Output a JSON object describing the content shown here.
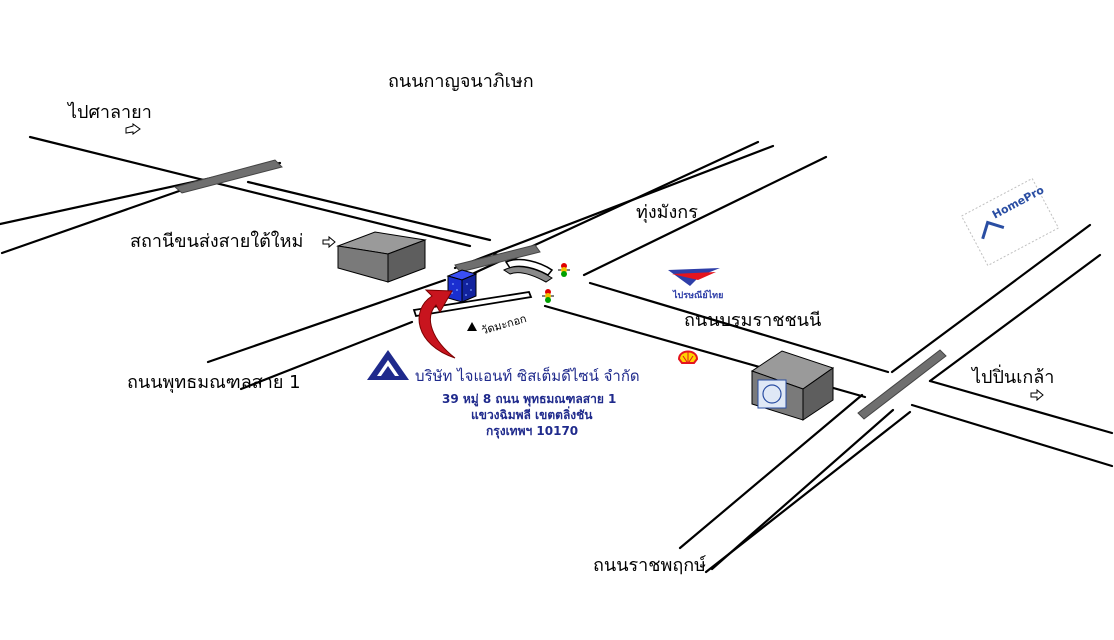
{
  "labels": {
    "to_salaya": "ไปศาลายา",
    "kanchanaphisek_road": "ถนนกาญจนาภิเษก",
    "southern_bus_terminal": "สถานีขนส่งสายใต้ใหม่",
    "thung_mangkon": "ทุ่งมังกร",
    "borommaratchachonnani_road": "ถนนบรมราชชนนี",
    "phutthamonthon_sai1_road": "ถนนพุทธมณฑลสาย 1",
    "to_pinklao": "ไปปิ่นเกล้า",
    "ratchaphruek_road": "ถนนราชพฤกษ์",
    "wat_makok": "วัดมะกอก",
    "post_office_logo": "ไปรษณีย์ไทย",
    "homepro_logo": "HomePro"
  },
  "company": {
    "name": "บริษัท ไจแอนท์ ซิสเต็มดีไซน์ จำกัด",
    "address_line1": "39 หมู่ 8   ถนน พุทธมณฑลสาย 1",
    "address_line2": "แขวงฉิมพลี เขตตลิ่งชัน",
    "address_line3": "กรุงเทพฯ 10170"
  },
  "colors": {
    "road_line": "#000000",
    "overpass": "#6f6f6f",
    "building": "#6f6f6f",
    "target_building": "#1a2fd0",
    "arrow": "#c8141e",
    "company_text": "#1f2a8c",
    "shell_red": "#e4141e",
    "shell_yellow": "#ffd200"
  },
  "icons": [
    "direction-arrow-icon",
    "traffic-light-icon",
    "shell-logo-icon",
    "company-logo-icon",
    "post-office-logo-icon",
    "homepro-logo-icon",
    "red-curved-arrow-icon"
  ]
}
